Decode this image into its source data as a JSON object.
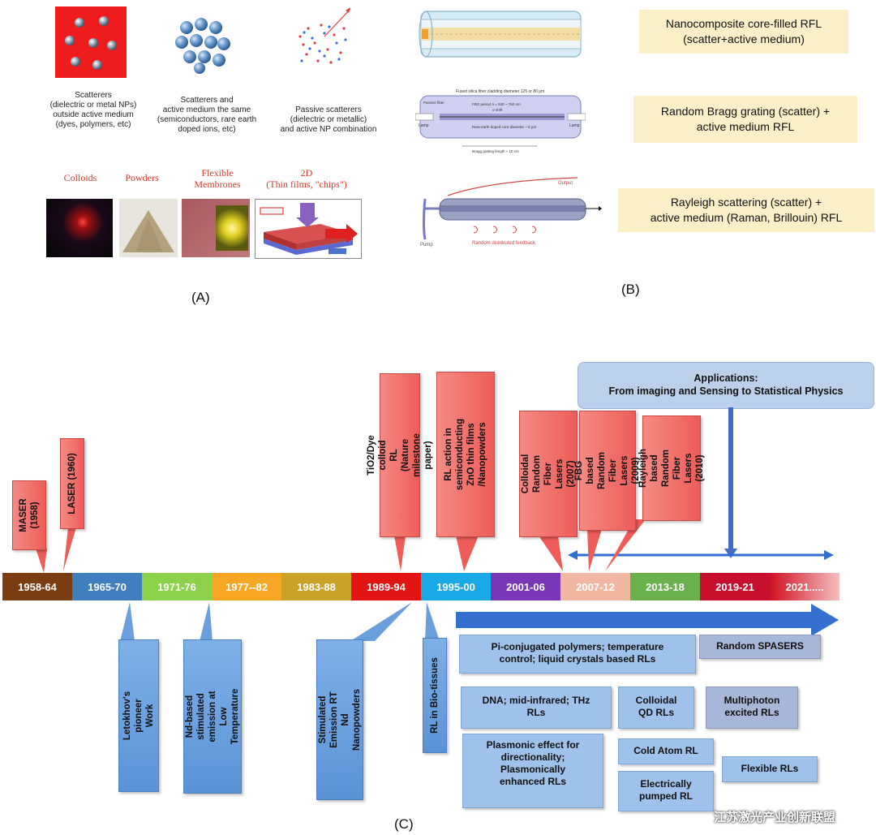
{
  "panel_a": {
    "scatter_1": "Scatterers\n(dielectric or metal NPs)\noutside active medium\n(dyes, polymers, etc)",
    "scatter_2": "Scatterers and\nactive medium the same\n(semiconductors, rare earth\ndoped ions, etc)",
    "scatter_3": "Passive scatterers\n(dielectric or metallic)\nand active NP combination",
    "types": [
      "Colloids",
      "Powders",
      "Flexible\nMembrones",
      "2D\n(Thin films, \"chips\")"
    ],
    "label": "(A)"
  },
  "panel_b": {
    "box_1": "Nanocomposite core-filled RFL\n(scatter+active medium)",
    "box_2": "Random Bragg grating (scatter) +\nactive medium RFL",
    "box_3": "Rayleigh scattering (scatter) +\nactive medium (Raman, Brillouin) RFL",
    "fig2_top": "Fused silica fiber cladding diameter 125 or 80 μm",
    "fig2_lines": [
      "Passive fiber",
      "FBG period Λ = 530 ~ 760 nm",
      "σ shift",
      "Rare-earth doped core diameter ~ 5 μm",
      "Bragg grating length ≈ 10 cm"
    ],
    "fig2_lamp": "Lamp",
    "fig3_output": "Output",
    "fig3_pump": "Pump",
    "fig3_feedback": "Random distributed feedback",
    "label": "(B)"
  },
  "panel_c": {
    "label": "(C)",
    "applications_title": "Applications:",
    "applications_sub": "From imaging and Sensing to Statistical Physics",
    "timeline": [
      {
        "label": "1958-64",
        "color": "#7a3e12"
      },
      {
        "label": "1965-70",
        "color": "#3f7fbf"
      },
      {
        "label": "1971-76",
        "color": "#8bd14a"
      },
      {
        "label": "1977--82",
        "color": "#f5a623"
      },
      {
        "label": "1983-88",
        "color": "#c9a227"
      },
      {
        "label": "1989-94",
        "color": "#e31414"
      },
      {
        "label": "1995-00",
        "color": "#19a9e6"
      },
      {
        "label": "2001-06",
        "color": "#7a36b8"
      },
      {
        "label": "2007-12",
        "color": "#f2b7a0"
      },
      {
        "label": "2013-18",
        "color": "#6ab04c"
      },
      {
        "label": "2019-21",
        "color": "#c8102e"
      },
      {
        "label": "2021.....",
        "color": "#d01020"
      }
    ],
    "red_boxes": [
      "MASER\n(1958)",
      "LASER (1960)",
      "TiO2/Dye colloid  RL\n(Nature milestone paper)",
      "RL action in semiconducting\nZnO  thin films\n/Nanopowders",
      "Colloidal\nRandom Fiber\nLasers (2007)",
      "FBG based\nRandom Fiber\nLasers (2009)",
      "Rayleigh based\nRandom Fiber\nLasers (2010)"
    ],
    "blue_boxes": [
      "Letokhov's pioneer\nWork",
      "Nd-based stimulated\nemission at Low\nTemperature",
      "Stimulated Emission RT\nNd Nanopowders",
      "RL in Bio-tissues"
    ],
    "future_boxes": [
      "Pi-conjugated polymers; temperature\ncontrol; liquid crystals based RLs",
      "Random SPASERS",
      "DNA; mid-infrared;  THz\nRLs",
      "Colloidal\nQD RLs",
      "Multiphoton\nexcited RLs",
      "Plasmonic effect for\ndirectionality;\nPlasmonically\nenhanced RLs",
      "Cold Atom RL",
      "Flexible RLs",
      "Electrically\npumped  RL"
    ]
  },
  "watermark": "江苏激光产业创新联盟"
}
